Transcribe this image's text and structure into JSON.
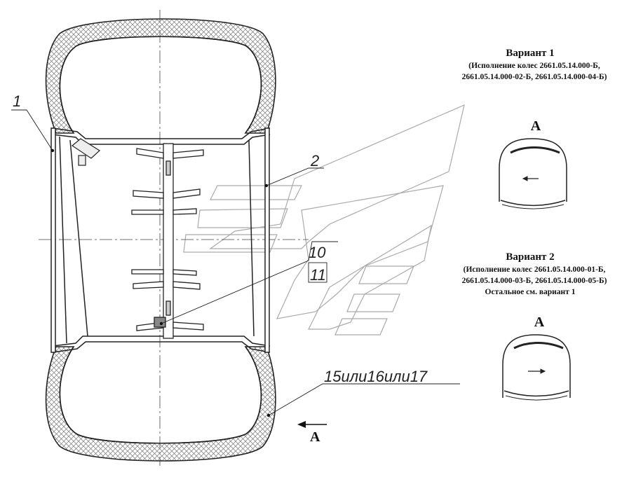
{
  "callouts": {
    "c1": "1",
    "c2": "2",
    "c10": "10",
    "c11": "11",
    "c15": "15или16или17"
  },
  "view_arrow_label": "А",
  "variant1": {
    "title": "Вариант 1",
    "line1": "(Исполнение колес 2661.05.14.000-Б,",
    "line2": "2661.05.14.000-02-Б, 2661.05.14.000-04-Б)",
    "view_label": "А"
  },
  "variant2": {
    "title": "Вариант 2",
    "line1": "(Исполнение колес 2661.05.14.000-01-Б,",
    "line2": "2661.05.14.000-03-Б, 2661.05.14.000-05-Б)",
    "line3": "Остальное см. вариант 1",
    "view_label": "А"
  }
}
